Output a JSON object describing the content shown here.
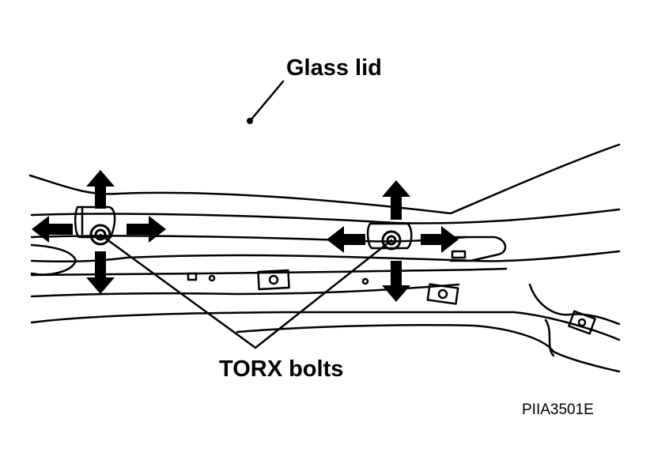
{
  "labels": {
    "glass_lid": "Glass lid",
    "torx_bolts": "TORX bolts",
    "figure_code": "PIIA3501E"
  },
  "colors": {
    "ink": "#000000",
    "paper": "#ffffff"
  },
  "icons": [
    "arrow-up-icon",
    "arrow-down-icon",
    "arrow-left-icon",
    "arrow-right-icon",
    "bolt-icon"
  ]
}
